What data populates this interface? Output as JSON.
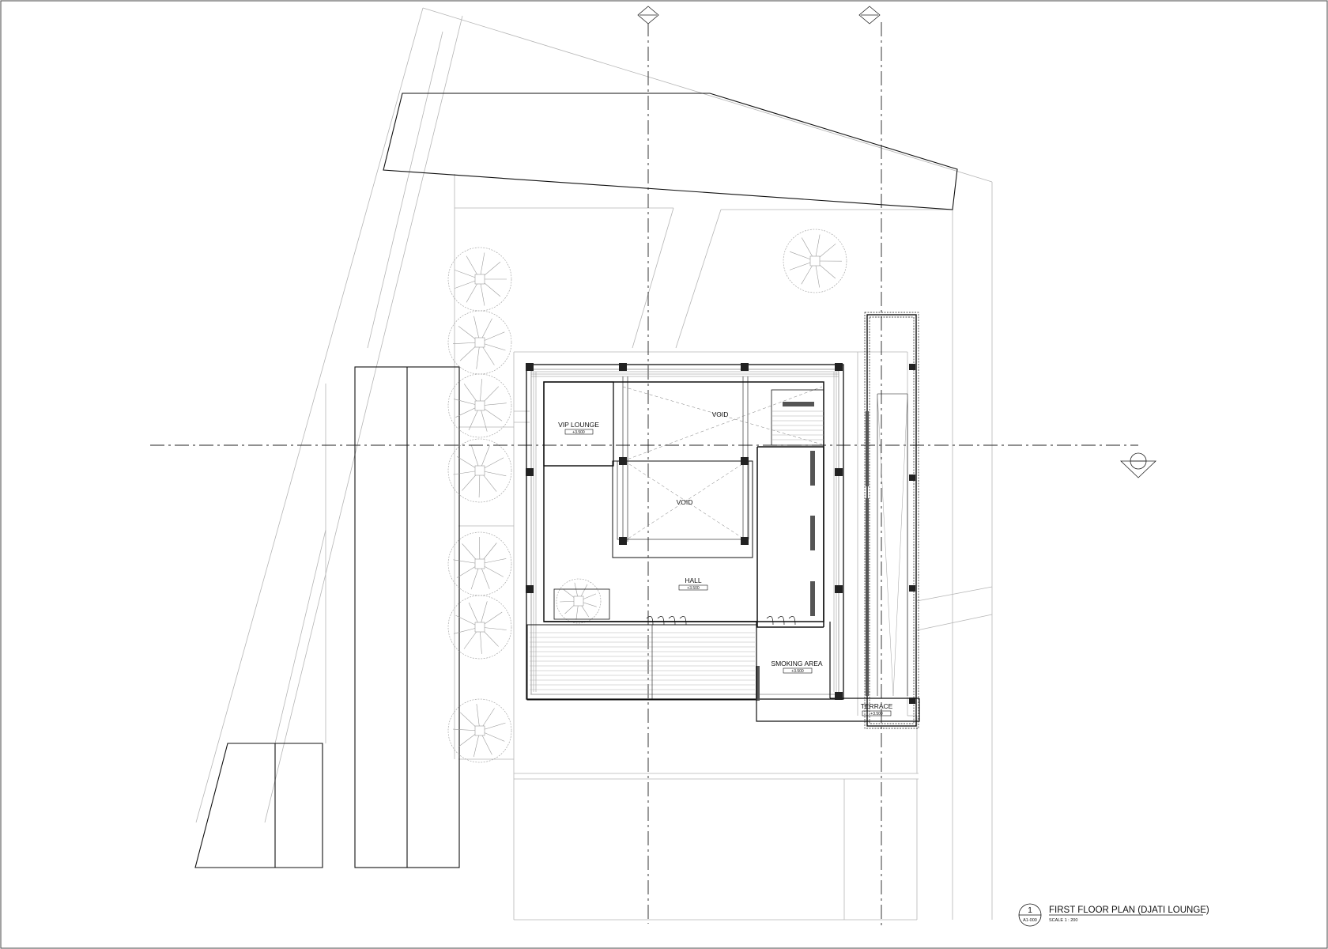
{
  "drawing": {
    "number": "1",
    "sheet_ref": "A1-000",
    "title": "FIRST FLOOR PLAN (DJATI LOUNGE)",
    "scale": "SCALE 1 : 200"
  },
  "rooms": {
    "vip_lounge": {
      "name": "VIP LOUNGE",
      "level": "+3.500"
    },
    "void_upper": {
      "name": "VOID"
    },
    "void_center": {
      "name": "VOID"
    },
    "hall": {
      "name": "HALL",
      "level": "+3.500"
    },
    "smoking_area": {
      "name": "SMOKING AREA",
      "level": "+3.500"
    },
    "terrace": {
      "name": "TERRACE",
      "level": "+3.500"
    }
  }
}
